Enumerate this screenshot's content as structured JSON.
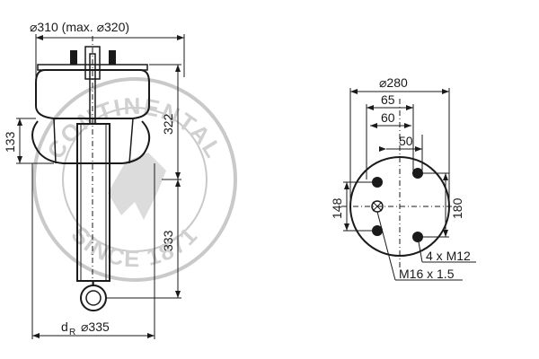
{
  "side_view": {
    "top_width": "⌀310 (max. ⌀320)",
    "height_bellow": "133",
    "height_total": "322",
    "height_lower": "333",
    "damper_label_d": "d",
    "damper_label_sub": "R",
    "damper_dia": "⌀335"
  },
  "top_view": {
    "dia": "⌀280",
    "dim_65": "65",
    "dim_60": "60",
    "dim_50": "50",
    "dim_148": "148",
    "dim_180": "180",
    "bolt_callout": "4 x M12",
    "thread_callout": "M16 x 1.5"
  },
  "watermark": {
    "top_text": "CONTINENTAL",
    "bottom_text": "SINCE 1871"
  }
}
